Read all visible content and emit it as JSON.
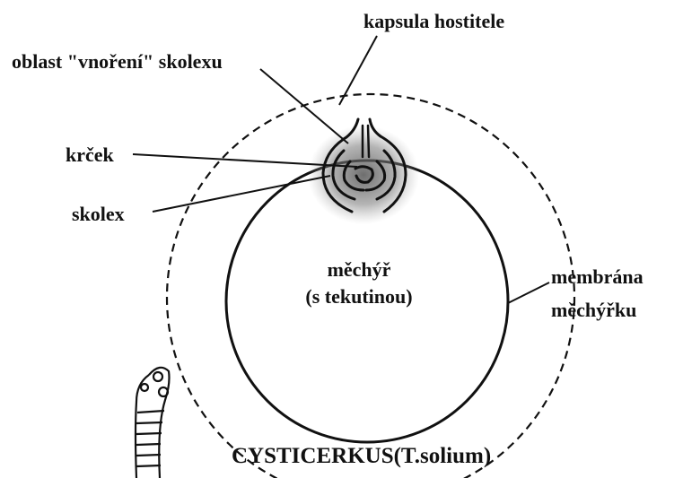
{
  "diagram": {
    "labels": {
      "host_capsule": "kapsula hostitele",
      "invagination_area": "oblast \"vnoření\" skolexu",
      "neck": "krček",
      "scolex": "skolex",
      "bladder_line1": "měchýř",
      "bladder_line2": "(s tekutinou)",
      "membrane_line1": "membrána",
      "membrane_line2": "měchýřku"
    },
    "caption": "CYSTICERKUS(T.solium)"
  }
}
